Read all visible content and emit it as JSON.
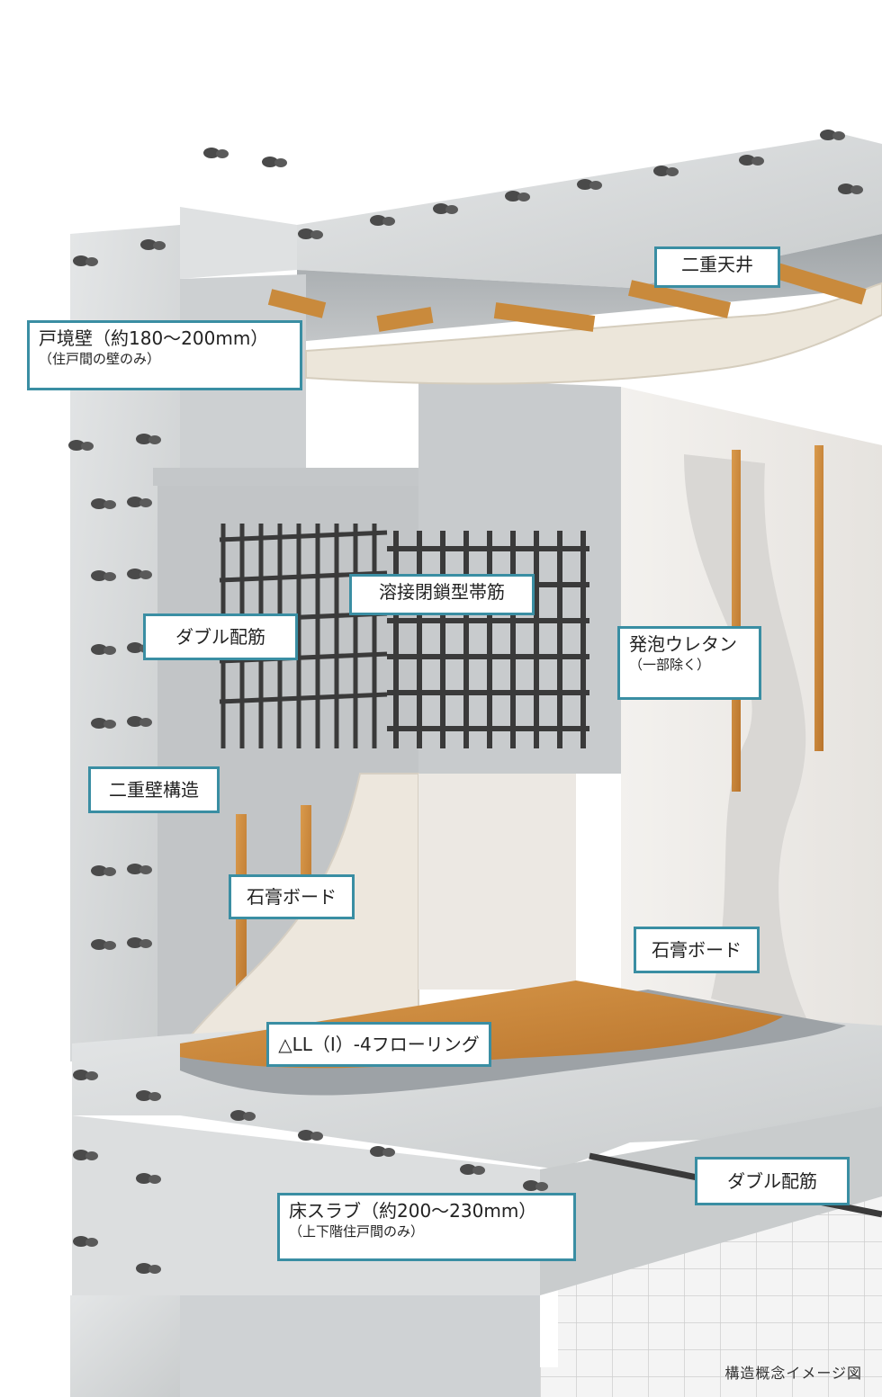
{
  "labels": {
    "ceiling": "二重天井",
    "party_wall": "戸境壁（約180～200mm）",
    "party_wall_note": "（住戸間の壁のみ）",
    "welded_hoop": "溶接閉鎖型帯筋",
    "double_rebar_wall": "ダブル配筋",
    "urethane": "発泡ウレタン",
    "urethane_note": "（一部除く）",
    "double_wall": "二重壁構造",
    "gypsum_left": "石膏ボード",
    "gypsum_right": "石膏ボード",
    "flooring": "△LL（Ⅰ）-4フローリング",
    "double_rebar_floor": "ダブル配筋",
    "slab": "床スラブ（約200～230mm）",
    "slab_note": "（上下階住戸間のみ）"
  },
  "caption": "構造概念イメージ図",
  "colors": {
    "concrete": "#d8dadb",
    "concrete_dark": "#b9bcbe",
    "wood": "#c8883a",
    "board": "#efe9e0",
    "rebar": "#3a3a3a",
    "callout_border": "#3a8ea3"
  }
}
